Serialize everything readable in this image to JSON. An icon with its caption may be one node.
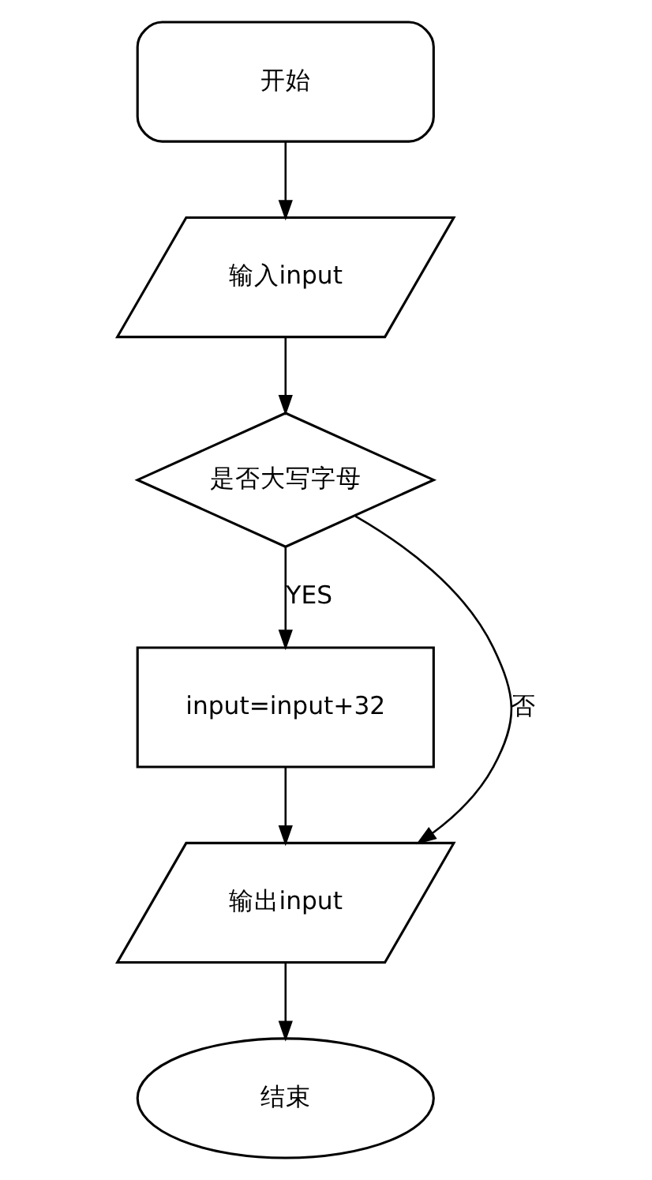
{
  "diagram": {
    "nodes": [
      {
        "text": [
          "开始"
        ]
      },
      {
        "text": [
          "输入input"
        ]
      },
      {
        "text": [
          "是否大写字母"
        ]
      },
      {
        "text": [
          "input=input+32"
        ]
      },
      {
        "text": [
          "输出input"
        ]
      },
      {
        "text": [
          "结束"
        ]
      }
    ],
    "edges": [
      {
        "from": 0,
        "to": 1,
        "arrow": "to"
      },
      {
        "from": 1,
        "to": 2,
        "arrow": "to"
      },
      {
        "from": 2,
        "to": 3,
        "label": "YES",
        "arrow": "to"
      },
      {
        "from": 2,
        "to": 4,
        "label": "否",
        "arrow": "to"
      },
      {
        "from": 3,
        "to": 4,
        "arrow": "to"
      },
      {
        "from": 4,
        "to": 5,
        "arrow": "to"
      }
    ]
  }
}
